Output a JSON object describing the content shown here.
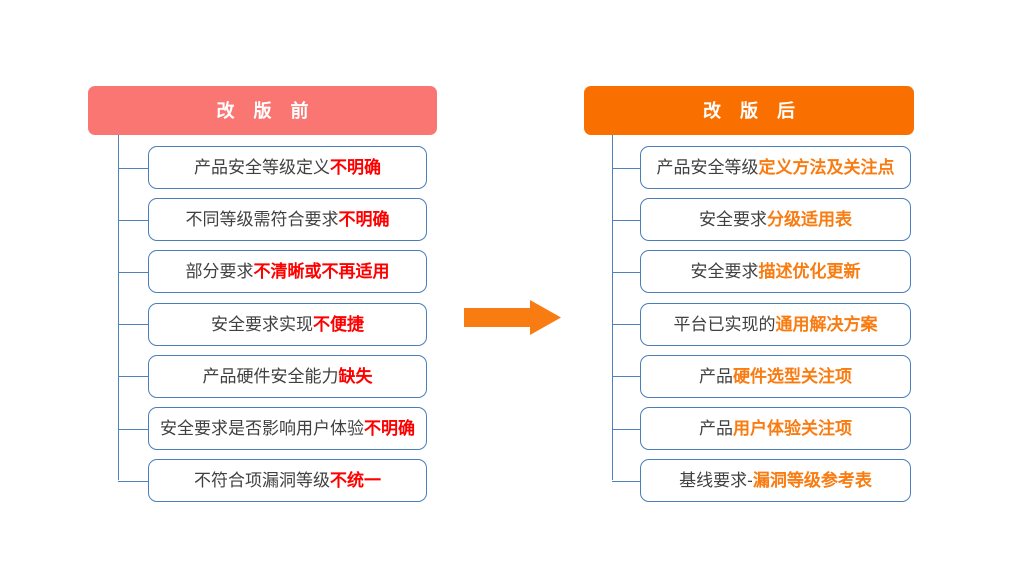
{
  "diagram": {
    "title_before": "改 版 前",
    "title_after": "改 版 后",
    "arrow_icon": "right-arrow-icon",
    "colors": {
      "banner_before": "#fa7672",
      "banner_after": "#fa7000",
      "arrow": "#f97c12",
      "highlight_before": "#ff0000",
      "highlight_after": "#f97c12",
      "box_border": "#4a7ebb",
      "connector": "#4f81bd",
      "body_text": "#404040",
      "banner_text": "#ffffff"
    }
  },
  "before": {
    "header": "改 版 前",
    "items": [
      {
        "plain": "产品安全等级定义",
        "highlight": "不明确"
      },
      {
        "plain": "不同等级需符合要求",
        "highlight": "不明确"
      },
      {
        "plain": "部分要求",
        "highlight": "不清晰或不再适用"
      },
      {
        "plain": "安全要求实现",
        "highlight": "不便捷"
      },
      {
        "plain": "产品硬件安全能力",
        "highlight": "缺失"
      },
      {
        "plain": "安全要求是否影响用户体验",
        "highlight": "不明确"
      },
      {
        "plain": "不符合项漏洞等级",
        "highlight": "不统一"
      }
    ]
  },
  "after": {
    "header": "改 版 后",
    "items": [
      {
        "plain": "产品安全等级",
        "highlight": "定义方法及关注点"
      },
      {
        "plain": "安全要求",
        "highlight": "分级适用表"
      },
      {
        "plain": "安全要求",
        "highlight": "描述优化更新"
      },
      {
        "plain": "平台已实现的",
        "highlight": "通用解决方案"
      },
      {
        "plain": "产品",
        "highlight": "硬件选型关注项"
      },
      {
        "plain": "产品",
        "highlight": "用户体验关注项"
      },
      {
        "plain": "基线要求-",
        "highlight": "漏洞等级参考表"
      }
    ]
  }
}
